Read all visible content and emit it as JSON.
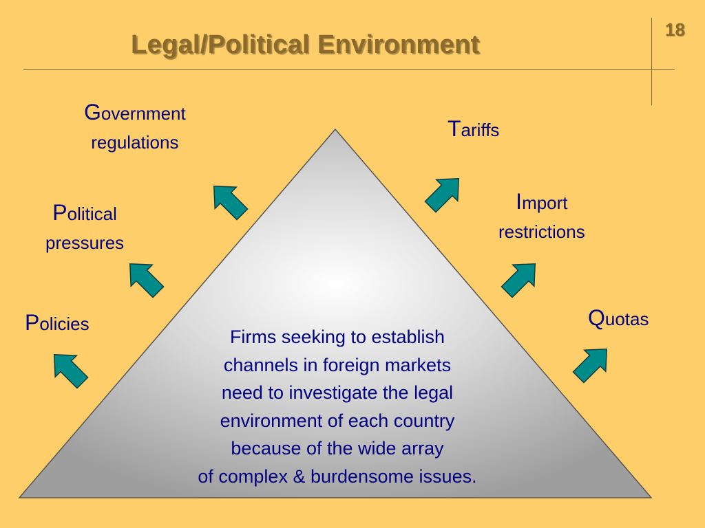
{
  "slide": {
    "title": "Legal/Political Environment",
    "page_number": "18"
  },
  "labels": {
    "government": {
      "initial": "G",
      "rest": "overnment",
      "line2": "regulations"
    },
    "political": {
      "initial": "P",
      "rest": "olitical",
      "line2": "pressures"
    },
    "policies": {
      "initial": "P",
      "rest": "olicies"
    },
    "tariffs": {
      "initial": "T",
      "rest": "ariffs"
    },
    "import": {
      "initial": "I",
      "rest": "mport",
      "line2": "restrictions"
    },
    "quotas": {
      "initial": "Q",
      "rest": "uotas"
    }
  },
  "center_text": [
    "Firms seeking to establish",
    "channels in foreign markets",
    "need to investigate the legal",
    "environment of each country",
    "because of the wide array",
    "of complex & burdensome issues."
  ],
  "colors": {
    "background": "#FECE6A",
    "title": "#8B6A2B",
    "text": "#000080",
    "arrow_fill": "#008B8B",
    "pyramid_center": "#FFFFFF",
    "pyramid_edge": "#9A9A9A"
  }
}
